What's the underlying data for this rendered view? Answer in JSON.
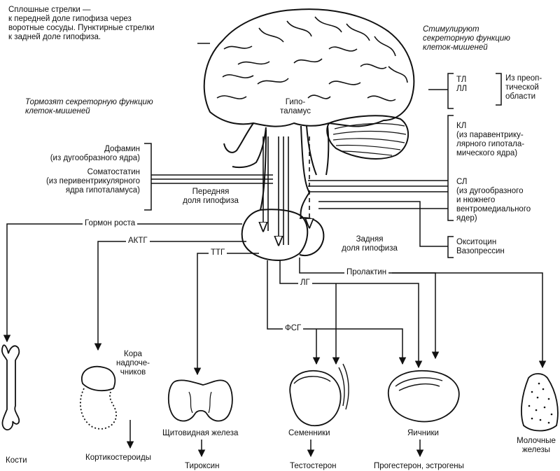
{
  "notes": {
    "solid_dashed": "Сплошные стрелки —\nк передней доле гипофиза через\nворотные сосуды. Пунктирные стрелки\nк задней доле гипофиза.",
    "stimulate": "Стимулируют\nсекреторную функцию\nклеток-мишеней",
    "inhibit": "Тормозят секреторную функцию\nклеток-мишеней"
  },
  "structures": {
    "hypothalamus": "Гипо-\nталамус",
    "anterior_pituitary": "Передняя\nдоля гипофиза",
    "posterior_pituitary": "Задняя\nдоля гипофиза"
  },
  "releasing": {
    "tl_ll": "ТЛ\nЛЛ",
    "preoptic": "Из преоп-\nтической\nобласти",
    "kl": "КЛ\n(из паравентрику-\nлярного гипотала-\nмического ядра)",
    "sl": "СЛ\n(из дугообразного\nи нюжнего\nвентромедиального\nядер)"
  },
  "inhibitors": {
    "dopamine": "Дофамин\n(из дугообразного ядра)",
    "somatostatin": "Соматостатин\n(из перивентрикулярного\nядра гипоталамуса)"
  },
  "posterior_hormones": "Окситоцин\nВазопрессин",
  "hormones": {
    "growth": "Гормон роста",
    "actg": "АКТГ",
    "ttg": "ТТГ",
    "lg": "ЛГ",
    "prolactin": "Пролактин",
    "fsg": "ФСГ"
  },
  "targets": {
    "bones": "Кости",
    "adrenal_cortex": "Кора\nнадпоче-\nчников",
    "thyroid": "Щитовидная железа",
    "testes": "Семенники",
    "ovaries": "Яичники",
    "mammary": "Молочные\nжелезы"
  },
  "products": {
    "corticosteroids": "Кортикостероиды",
    "thyroxine": "Тироксин",
    "testosterone": "Тестостерон",
    "progesterone_estrogens": "Прогестерон, эстрогены"
  }
}
